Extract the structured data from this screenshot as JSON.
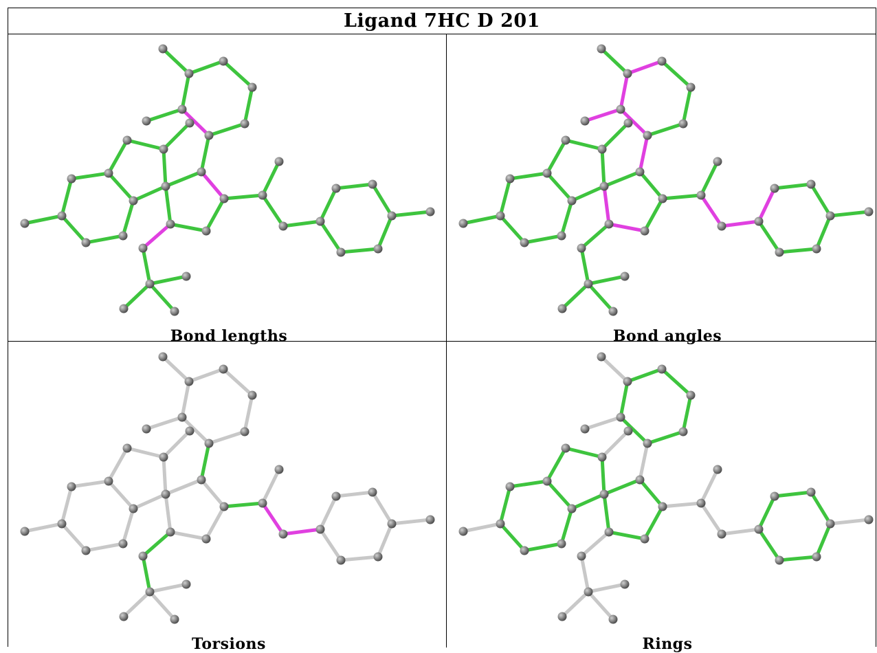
{
  "title": "Ligand 7HC D 201",
  "panels": [
    {
      "caption": "Bond lengths"
    },
    {
      "caption": "Bond angles"
    },
    {
      "caption": "Torsions"
    },
    {
      "caption": "Rings"
    }
  ],
  "colors": {
    "ok": "#3ec43e",
    "outlier": "#e040e0",
    "neutral": "#c8c8c8",
    "atom": "#808080"
  }
}
